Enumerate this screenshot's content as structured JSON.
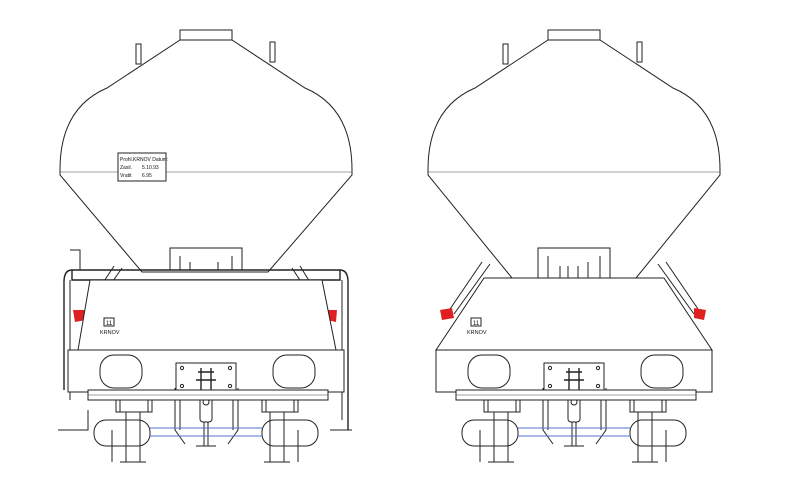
{
  "drawing": {
    "plate": {
      "line1": "Prohl.KRNOV Datum:",
      "line2_label": "Zasil.",
      "line2_value": "5.10.93",
      "line3_label": "Vratit",
      "line3_value": "6.95"
    },
    "mark_glyph": "11",
    "mark_label_left": "KRNOV",
    "mark_label_right": "KRNOV",
    "colors": {
      "line": "#222222",
      "accent_red": "#e02020",
      "accent_blue": "#5a6fd0"
    }
  }
}
